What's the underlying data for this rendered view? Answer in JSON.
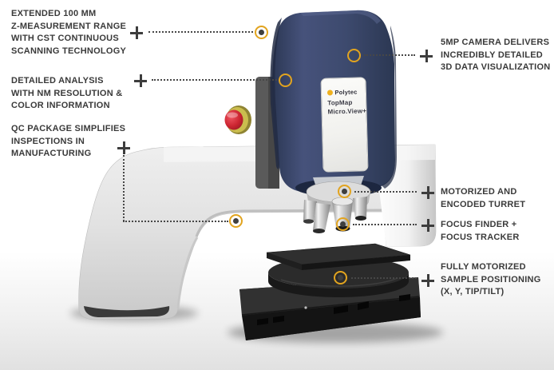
{
  "product": {
    "brand": "Polytec",
    "model_line1": "TopMap",
    "model_line2": "Micro.View+"
  },
  "callouts": [
    {
      "id": "z-range",
      "side": "left",
      "lines": [
        "EXTENDED 100 MM",
        "Z-MEASUREMENT RANGE",
        "WITH CST CONTINUOUS",
        "SCANNING TECHNOLOGY"
      ]
    },
    {
      "id": "analysis",
      "side": "left",
      "lines": [
        "DETAILED ANALYSIS",
        "WITH NM RESOLUTION &",
        "COLOR INFORMATION"
      ]
    },
    {
      "id": "qc-package",
      "side": "left",
      "lines": [
        "QC PACKAGE SIMPLIFIES",
        "INSPECTIONS IN",
        "MANUFACTURING"
      ]
    },
    {
      "id": "camera",
      "side": "right",
      "lines": [
        "5MP CAMERA DELIVERS",
        "INCREDIBLY DETAILED",
        "3D DATA VISUALIZATION"
      ]
    },
    {
      "id": "turret",
      "side": "right",
      "lines": [
        "MOTORIZED AND",
        "ENCODED TURRET"
      ]
    },
    {
      "id": "focus",
      "side": "right",
      "lines": [
        "FOCUS FINDER +",
        "FOCUS TRACKER"
      ]
    },
    {
      "id": "stage",
      "side": "right",
      "lines": [
        "FULLY MOTORIZED",
        "SAMPLE POSITIONING",
        "(X, Y, TIP/TILT)"
      ]
    }
  ],
  "colors": {
    "accent_gold": "#E2A41F",
    "head_blue": "#3D4A6E",
    "estop_red": "#CC2531",
    "stage_black": "#1E1E1E",
    "arm_gray": "#DEDEDE",
    "text": "#3A3A3A"
  }
}
